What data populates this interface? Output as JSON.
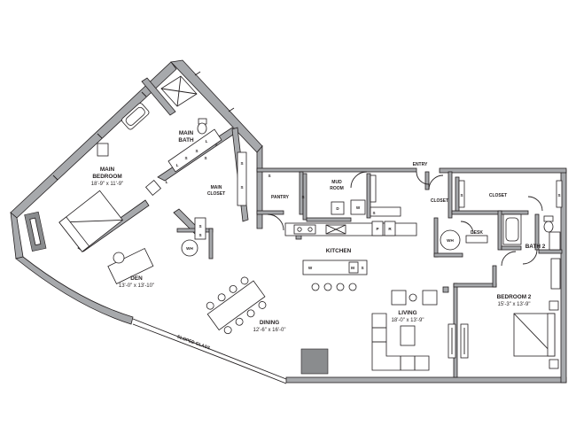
{
  "rooms": {
    "main_bath": [
      "MAIN",
      "BATH"
    ],
    "main_bedroom": {
      "name": [
        "MAIN",
        "BEDROOM"
      ],
      "size": "18'-9\" x 11'-9\""
    },
    "main_closet": [
      "MAIN",
      "CLOSET"
    ],
    "den": {
      "name": "DEN",
      "size": "13'-0\" x 13'-10\""
    },
    "dining": {
      "name": "DINING",
      "size": "12'-6\" x 16'-0\""
    },
    "kitchen": "KITCHEN",
    "pantry": "PANTRY",
    "mud_room": [
      "MUD",
      "ROOM"
    ],
    "entry": "ENTRY",
    "closet_small": "CLOSET",
    "closet_large": "CLOSET",
    "desk": "DESK",
    "bath2": "BATH 2",
    "living": {
      "name": "LIVING",
      "size": "18'-0\" x 13'-9\""
    },
    "bedroom2": {
      "name": "BEDROOM 2",
      "size": "15'-3\" x 13'-9\""
    }
  },
  "appliance_codes": {
    "shelf": "S",
    "laundry": "L",
    "water_heater": "WH",
    "washer": "W",
    "dryer": "D",
    "microwave": "M",
    "refrigerator": "R",
    "pantry_appliance": "P"
  },
  "annotations": {
    "sloped_glass": "SLOPED GLASS"
  }
}
